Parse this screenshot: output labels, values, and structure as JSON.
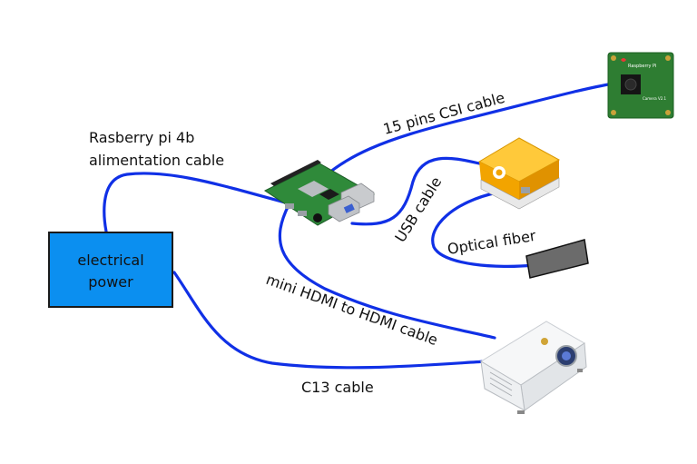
{
  "labels": {
    "power_box": [
      "electrical",
      "power"
    ],
    "rpi_cable": [
      "Rasberry pi 4b",
      "alimentation cable"
    ],
    "csi_cable": "15 pins CSI cable",
    "usb_cable": "USB cable",
    "optical_fiber": "Optical fiber",
    "hdmi_cable": "mini HDMI to HDMI cable",
    "c13_cable": "C13 cable",
    "camera_text": [
      "Raspberry Pi",
      "Camera V2.1"
    ]
  },
  "colors": {
    "cable": "#1030e6",
    "power_box_fill": "#0b8ff0",
    "power_box_stroke": "#1a1a1a",
    "pcb_green": "#2f8a3a",
    "fiber_end": "#6b6b6b",
    "spectrometer_orange": "#f2a400",
    "projector_body": "#eef0f2"
  },
  "icons": {
    "raspberry_pi": "raspberry-pi-board",
    "camera": "camera-module",
    "spectrometer": "spectrometer-device",
    "fiber_tip": "optical-fiber-end",
    "projector": "projector"
  }
}
